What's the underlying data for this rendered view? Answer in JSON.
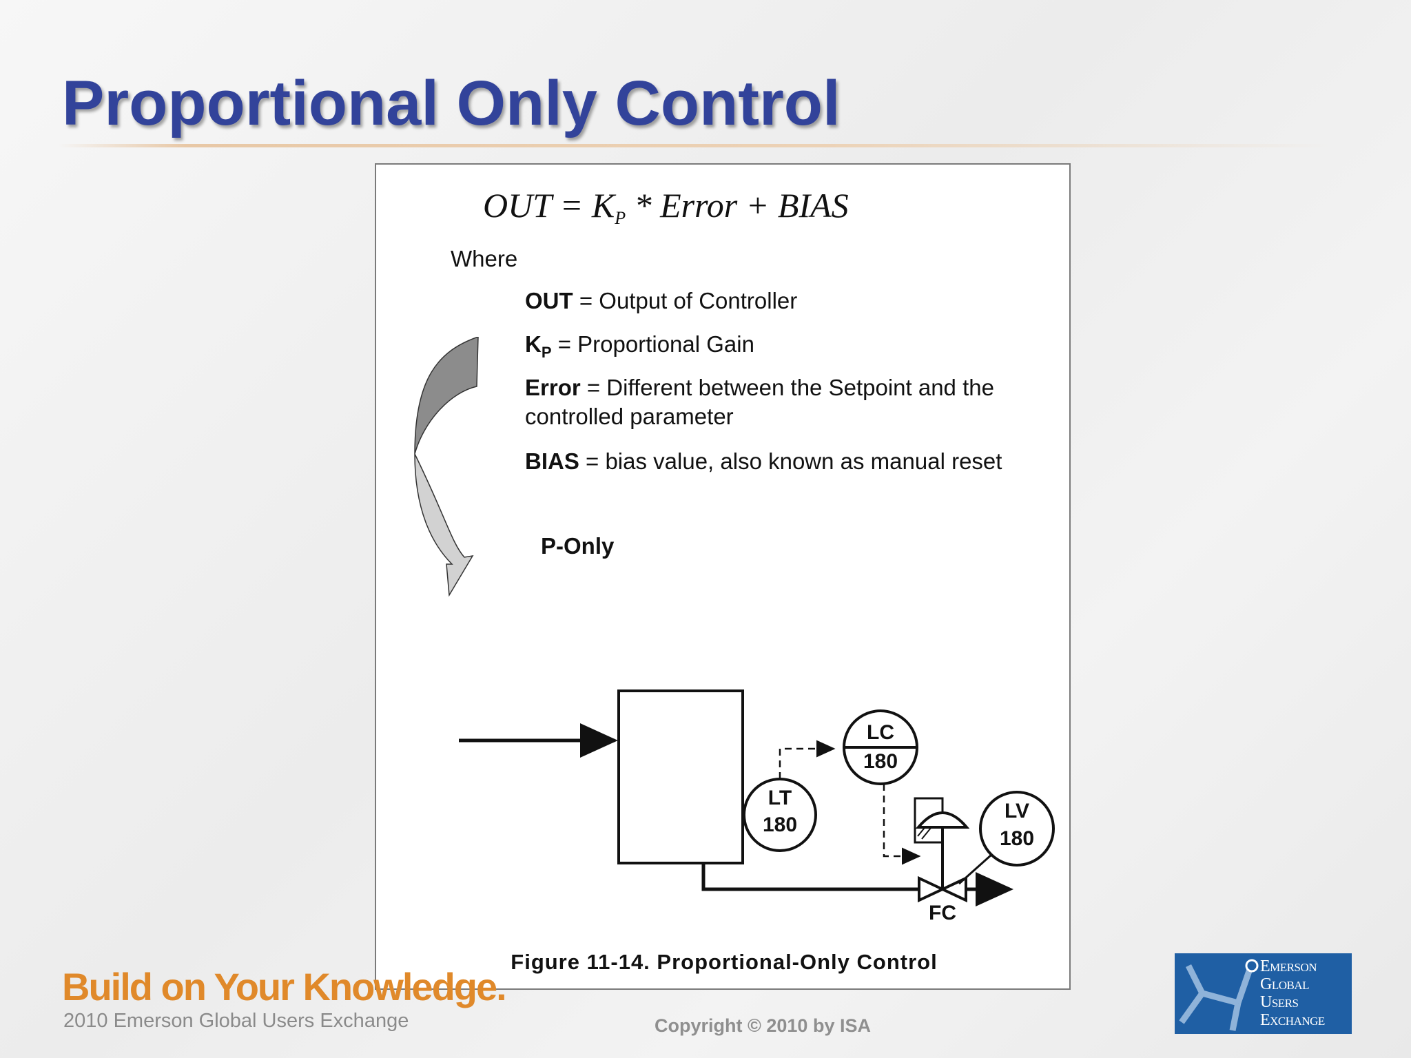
{
  "slide": {
    "title": "Proportional Only Control"
  },
  "figure": {
    "formula": {
      "lhs": "OUT",
      "eq": " = ",
      "k": "K",
      "k_sub": "P",
      "rest": " * Error + BIAS"
    },
    "where": "Where",
    "definitions": {
      "out_term": "OUT",
      "out_text": " = Output of Controller",
      "kp_term": "K",
      "kp_sub": "P",
      "kp_text": " = Proportional Gain",
      "error_term": "Error",
      "error_text": " = Different between the Setpoint and the controlled parameter",
      "bias_term": "BIAS",
      "bias_text": "  = bias value, also known as manual reset"
    },
    "p_only": "P-Only",
    "instruments": {
      "lc": {
        "tag": "LC",
        "num": "180"
      },
      "lt": {
        "tag": "LT",
        "num": "180"
      },
      "lv": {
        "tag": "LV",
        "num": "180"
      },
      "valve_action": "FC"
    },
    "caption": "Figure 11-14. Proportional-Only Control"
  },
  "footer": {
    "slogan": "Build on Your Knowledge.",
    "event": "2010 Emerson Global Users Exchange",
    "copyright": "Copyright © 2010 by ISA",
    "logo_lines": [
      "Emerson",
      "Global",
      "Users",
      "Exchange"
    ]
  },
  "colors": {
    "title": "#32439a",
    "slogan": "#e0892a",
    "logo_bg": "#1f5fa4"
  }
}
